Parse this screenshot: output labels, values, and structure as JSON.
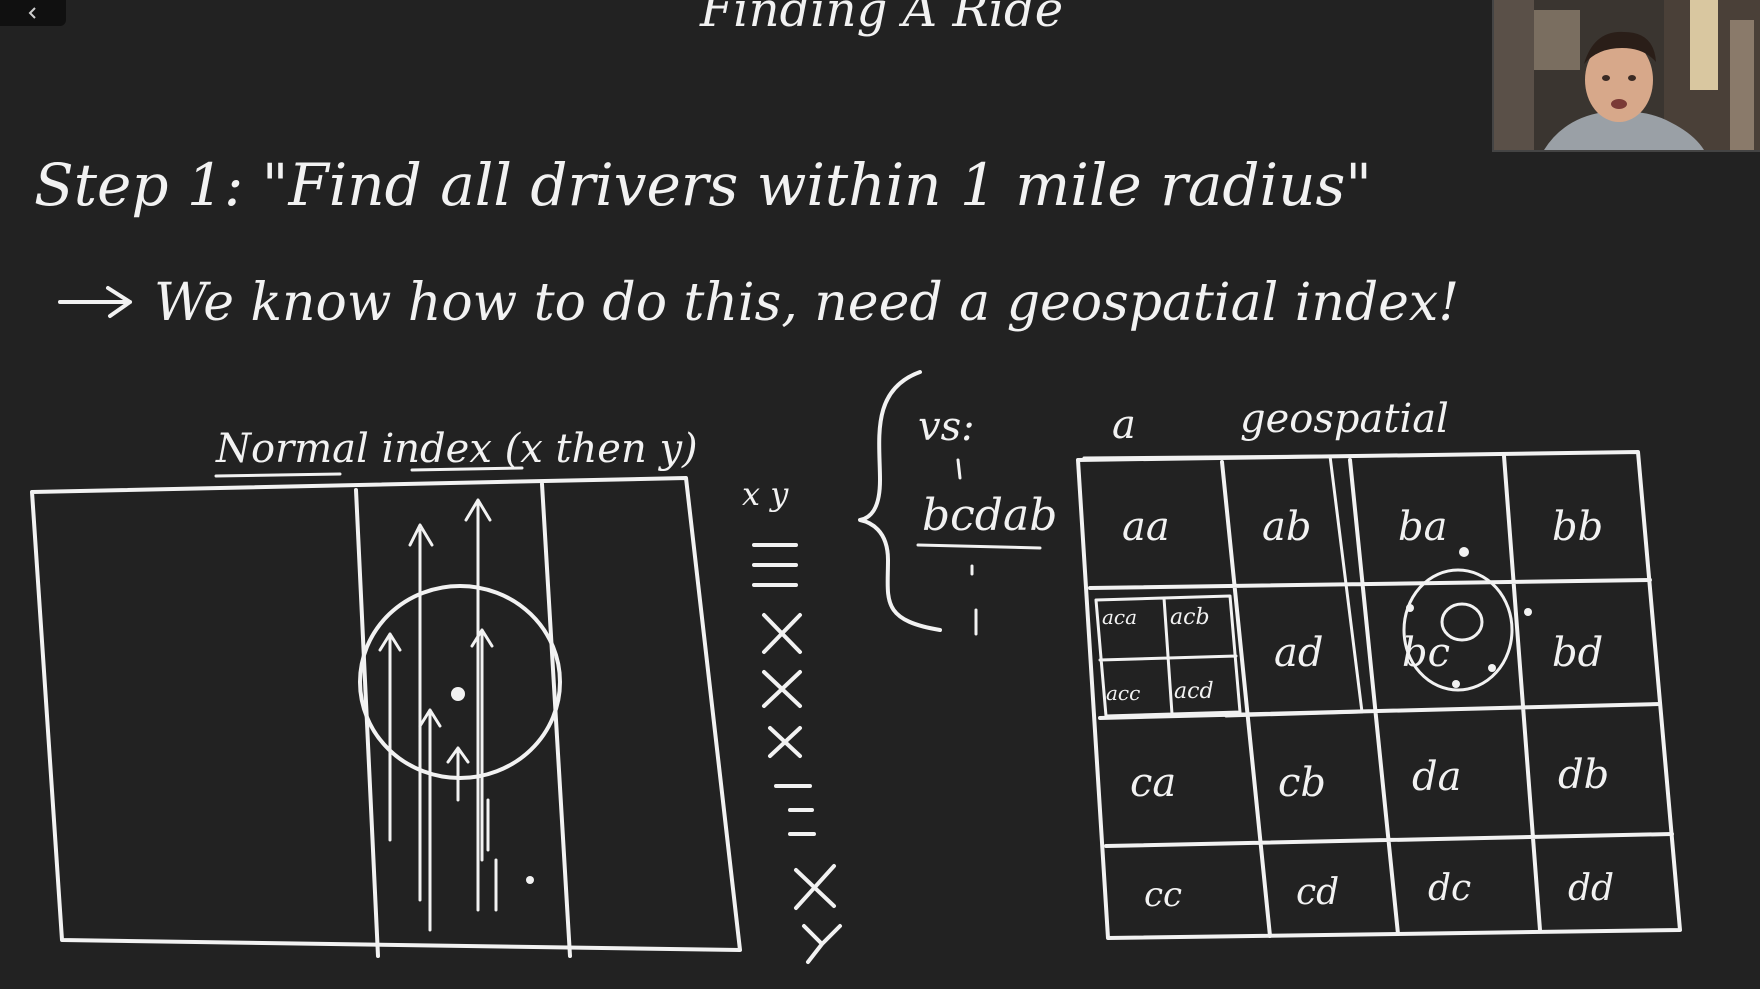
{
  "slide": {
    "title": "Finding A Ride",
    "step_line": "Step 1: \"Find all drivers within 1 mile radius\"",
    "arrow_line": "We know how to do this, need a geospatial index!",
    "normal_index_label": "Normal index (x then y)",
    "xy_label": "x y",
    "vs_label": "vs:",
    "bcdab_label": "bcdab",
    "geo_a": "a",
    "geo_label": "geospatial",
    "match_marks": [
      "=",
      "X",
      "X",
      "X",
      "=",
      "X",
      "Y"
    ],
    "grid_cells": [
      [
        "aa",
        "ab",
        "ba",
        "bb"
      ],
      [
        "",
        "ad",
        "bc",
        "bd"
      ],
      [
        "ca",
        "cb",
        "da",
        "db"
      ],
      [
        "cc",
        "cd",
        "dc",
        "dd"
      ]
    ],
    "subgrid_cells": [
      "aca",
      "acb",
      "acc",
      "acd"
    ]
  },
  "colors": {
    "background": "#222222",
    "ink": "#f2f2f2"
  },
  "icons": {
    "back": "chevron-left-icon",
    "webcam": "presenter-webcam"
  }
}
